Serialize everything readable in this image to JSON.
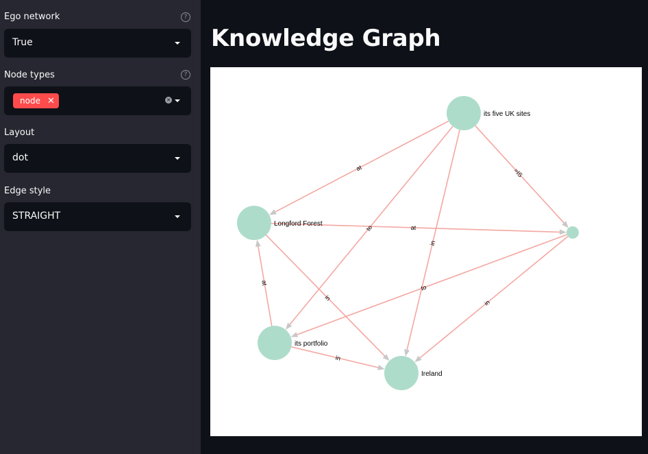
{
  "sidebar": {
    "fields": [
      {
        "label": "Ego network",
        "value": "True",
        "has_help": true
      },
      {
        "label": "Node types",
        "tags": [
          "node"
        ],
        "has_help": true
      },
      {
        "label": "Layout",
        "value": "dot",
        "has_help": false
      },
      {
        "label": "Edge style",
        "value": "STRAIGHT",
        "has_help": false
      }
    ]
  },
  "main": {
    "title": "Knowledge Graph"
  },
  "graph": {
    "nodes": [
      {
        "id": "uk",
        "label": "its five UK sites"
      },
      {
        "id": "longford",
        "label": "Longford Forest"
      },
      {
        "id": "blank",
        "label": ""
      },
      {
        "id": "portfolio",
        "label": "its portfolio"
      },
      {
        "id": "ireland",
        "label": "Ireland"
      }
    ],
    "edges": [
      {
        "from": "uk",
        "to": "longford",
        "label": "at"
      },
      {
        "from": "uk",
        "to": "blank",
        "label": "=IS"
      },
      {
        "from": "uk",
        "to": "portfolio",
        "label": "to"
      },
      {
        "from": "uk",
        "to": "ireland",
        "label": "in"
      },
      {
        "from": "longford",
        "to": "blank",
        "label": "at"
      },
      {
        "from": "longford",
        "to": "ireland",
        "label": "in"
      },
      {
        "from": "blank",
        "to": "portfolio",
        "label": "to"
      },
      {
        "from": "blank",
        "to": "ireland",
        "label": "in"
      },
      {
        "from": "portfolio",
        "to": "longford",
        "label": "at"
      },
      {
        "from": "portfolio",
        "to": "ireland",
        "label": "in"
      }
    ],
    "colors": {
      "node": "#aedccb",
      "edge": "#f4a7a1",
      "arrow": "#c8c8c8",
      "background": "#ffffff"
    }
  },
  "icons": {
    "help": "help-circle-icon",
    "caret": "chevron-down-icon",
    "clear": "clear-circle-icon",
    "tag_remove": "close-icon"
  }
}
